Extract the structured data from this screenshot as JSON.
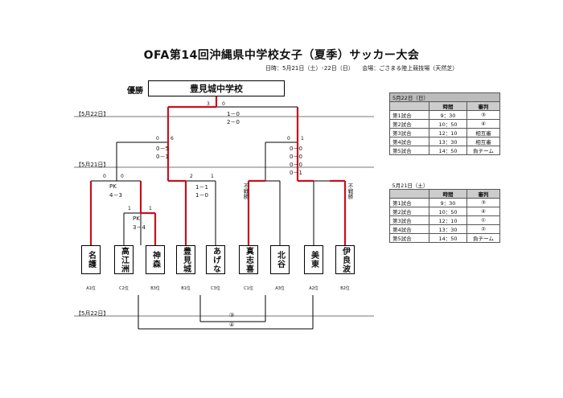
{
  "title": "OFA第14回沖縄県中学校女子（夏季）サッカー大会",
  "info": "日時：5月21日（土）･22日（日）　　会場：ごさまる陸上競技場（天然芝）",
  "winner": {
    "label": "優勝",
    "name": "豊見城中学校"
  },
  "dates": {
    "d22": "【5月22日】",
    "d21": "【5月21日】",
    "d22b": "【5月22日】"
  },
  "teams": [
    {
      "name": "名護",
      "seed": "A1位"
    },
    {
      "name": "高江洲",
      "seed": "C2位"
    },
    {
      "name": "神森",
      "seed": "B3位"
    },
    {
      "name": "豊見城",
      "seed": "B1位"
    },
    {
      "name": "あげな",
      "seed": "C3位"
    },
    {
      "name": "真志喜",
      "seed": "C1位"
    },
    {
      "name": "北谷",
      "seed": "A3位"
    },
    {
      "name": "美東",
      "seed": "A2位"
    },
    {
      "name": "伊良波",
      "seed": "B2位"
    }
  ],
  "scores": {
    "final_left": "3",
    "final_right": "0",
    "final_mid1": "1－0",
    "final_mid2": "2－0",
    "sf1_left": "0",
    "sf1_right": "6",
    "sf1_mid1": "0－5",
    "sf1_mid2": "0－1",
    "sf2_left": "0",
    "sf2_right": "1",
    "sf2_mid1": "0－0",
    "sf2_mid2": "0－0",
    "sf2_mid3": "0－0",
    "sf2_mid4": "0－1",
    "qf1_left": "0",
    "qf1_right": "0",
    "qf1_pk": "PK",
    "qf1_pks": "4－3",
    "r1_left": "1",
    "r1_right": "1",
    "r1_pk": "PK",
    "r1_pks": "3－4",
    "qf2_left": "2",
    "qf2_right": "1",
    "qf2_mid1": "1－1",
    "qf2_mid2": "1－0",
    "qf3_note": "不戦勝",
    "qf4_note": "不戦勝",
    "p3": "③",
    "p4": "④"
  },
  "schedule22": {
    "date": "5月22日（日）",
    "headers": [
      "",
      "時間",
      "審判"
    ],
    "rows": [
      [
        "第1試合",
        "9：30",
        "③"
      ],
      [
        "第2試合",
        "10：50",
        "④"
      ],
      [
        "第3試合",
        "12：10",
        "相互審"
      ],
      [
        "第4試合",
        "13：30",
        "相互審"
      ],
      [
        "第5試合",
        "14：50",
        "負チーム"
      ]
    ]
  },
  "schedule21": {
    "date": "5月21日（土）",
    "headers": [
      "",
      "時間",
      "審判"
    ],
    "rows": [
      [
        "第1試合",
        "9：30",
        "③"
      ],
      [
        "第2試合",
        "10：50",
        "④"
      ],
      [
        "第3試合",
        "12：10",
        "①"
      ],
      [
        "第4試合",
        "13：30",
        "②"
      ],
      [
        "第5試合",
        "14：50",
        "負チーム"
      ]
    ]
  }
}
